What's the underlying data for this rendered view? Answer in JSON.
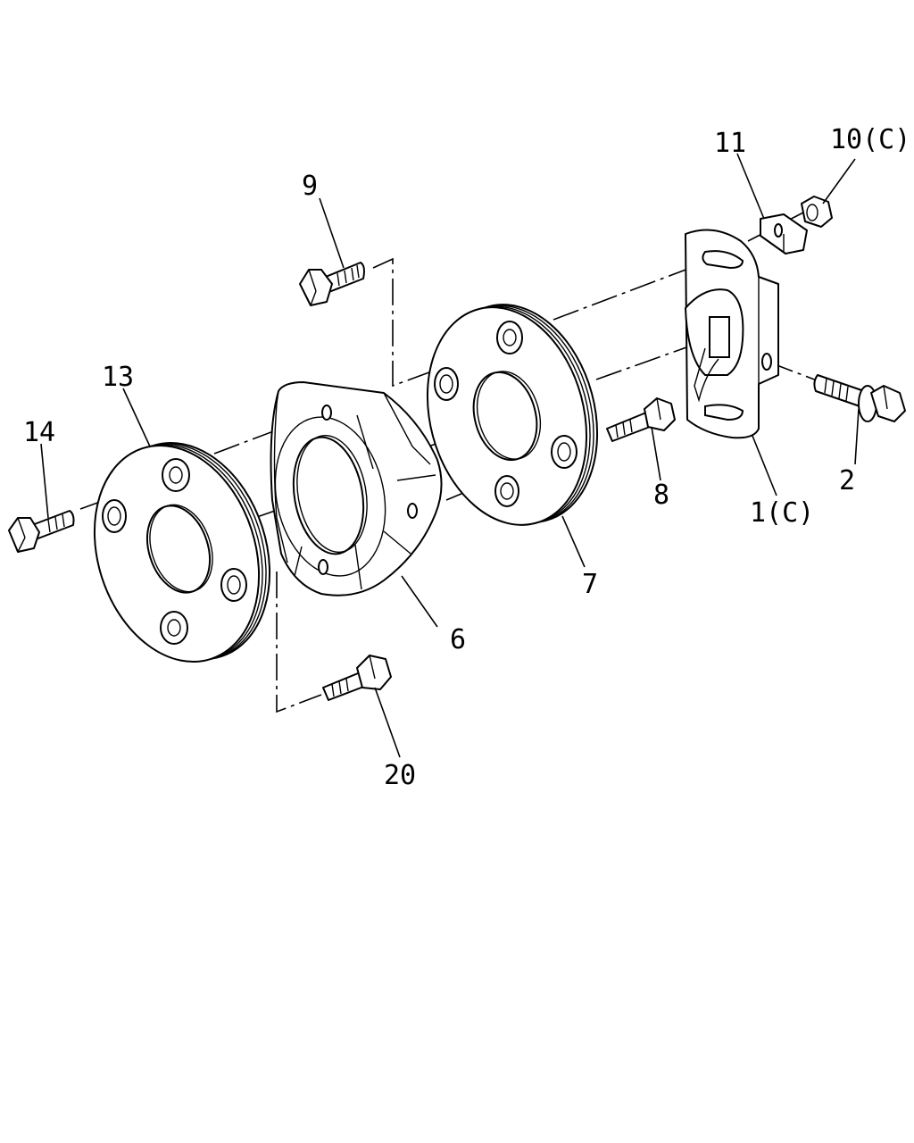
{
  "diagram": {
    "callouts": [
      {
        "id": "c1",
        "text": "1(C)"
      },
      {
        "id": "c2",
        "text": "2"
      },
      {
        "id": "c6",
        "text": "6"
      },
      {
        "id": "c7",
        "text": "7"
      },
      {
        "id": "c8",
        "text": "8"
      },
      {
        "id": "c9",
        "text": "9"
      },
      {
        "id": "c10",
        "text": "10(C)"
      },
      {
        "id": "c11",
        "text": "11"
      },
      {
        "id": "c13",
        "text": "13"
      },
      {
        "id": "c14",
        "text": "14"
      },
      {
        "id": "c20",
        "text": "20"
      }
    ]
  }
}
